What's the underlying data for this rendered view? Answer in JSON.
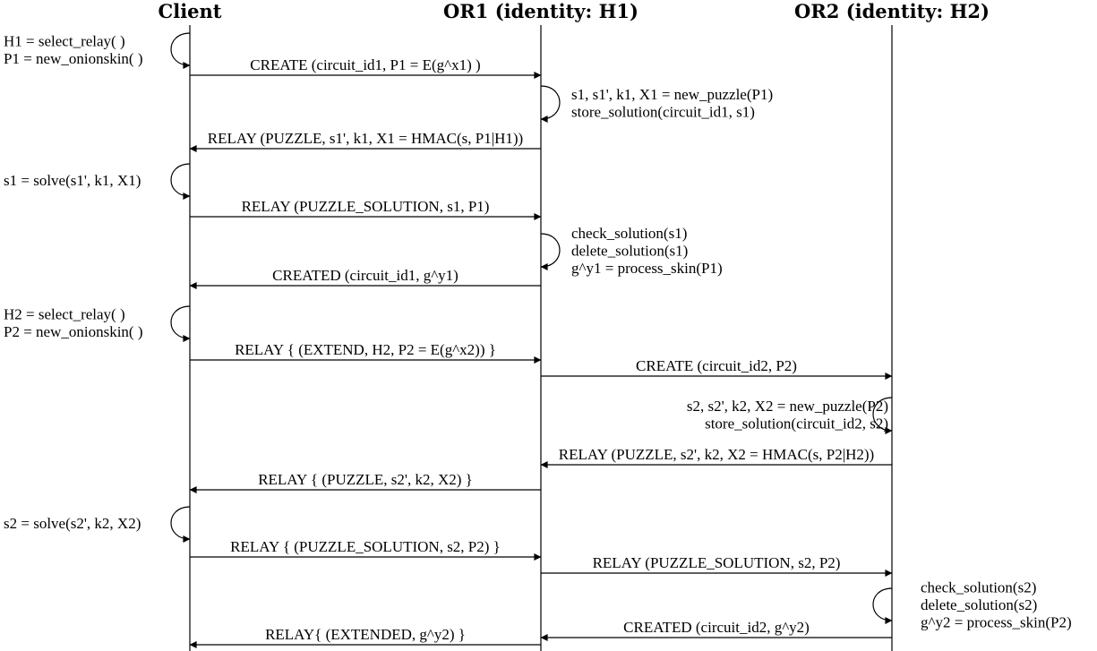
{
  "participants": [
    {
      "id": "client",
      "label": "Client"
    },
    {
      "id": "or1",
      "label": "OR1 (identity: H1)"
    },
    {
      "id": "or2",
      "label": "OR2 (identity: H2)"
    }
  ],
  "steps": [
    {
      "kind": "self",
      "at": "client",
      "lines": [
        "H1 = select_relay( )",
        "P1 = new_onionskin( )"
      ]
    },
    {
      "kind": "msg",
      "from": "client",
      "to": "or1",
      "label": "CREATE (circuit_id1, P1 = E(g^x1) )"
    },
    {
      "kind": "self",
      "at": "or1",
      "lines": [
        "s1, s1', k1, X1 = new_puzzle(P1)",
        "store_solution(circuit_id1, s1)"
      ]
    },
    {
      "kind": "msg",
      "from": "or1",
      "to": "client",
      "label": "RELAY (PUZZLE, s1', k1, X1 = HMAC(s, P1|H1))"
    },
    {
      "kind": "self",
      "at": "client",
      "lines": [
        "s1 = solve(s1', k1, X1)"
      ]
    },
    {
      "kind": "msg",
      "from": "client",
      "to": "or1",
      "label": "RELAY (PUZZLE_SOLUTION, s1, P1)"
    },
    {
      "kind": "self",
      "at": "or1",
      "lines": [
        "check_solution(s1)",
        "delete_solution(s1)",
        "g^y1 = process_skin(P1)"
      ]
    },
    {
      "kind": "msg",
      "from": "or1",
      "to": "client",
      "label": "CREATED (circuit_id1, g^y1)"
    },
    {
      "kind": "self",
      "at": "client",
      "lines": [
        "H2 = select_relay( )",
        "P2 = new_onionskin( )"
      ]
    },
    {
      "kind": "msg",
      "from": "client",
      "to": "or1",
      "label": "RELAY { (EXTEND, H2, P2 = E(g^x2)) }"
    },
    {
      "kind": "msg",
      "from": "or1",
      "to": "or2",
      "label": "CREATE (circuit_id2, P2)"
    },
    {
      "kind": "self",
      "at": "or2",
      "lines": [
        "s2, s2', k2, X2 = new_puzzle(P2)",
        "store_solution(circuit_id2, s2)"
      ]
    },
    {
      "kind": "msg",
      "from": "or2",
      "to": "or1",
      "label": "RELAY (PUZZLE, s2', k2, X2 = HMAC(s, P2|H2))"
    },
    {
      "kind": "msg",
      "from": "or1",
      "to": "client",
      "label": "RELAY { (PUZZLE, s2', k2, X2) }"
    },
    {
      "kind": "self",
      "at": "client",
      "lines": [
        "s2 = solve(s2', k2, X2)"
      ]
    },
    {
      "kind": "msg",
      "from": "client",
      "to": "or1",
      "label": "RELAY { (PUZZLE_SOLUTION, s2, P2) }"
    },
    {
      "kind": "msg",
      "from": "or1",
      "to": "or2",
      "label": "RELAY (PUZZLE_SOLUTION, s2, P2)"
    },
    {
      "kind": "self",
      "at": "or2",
      "lines": [
        "check_solution(s2)",
        "delete_solution(s2)",
        "g^y2 = process_skin(P2)"
      ]
    },
    {
      "kind": "msg",
      "from": "or2",
      "to": "or1",
      "label": "CREATED (circuit_id2, g^y2)"
    },
    {
      "kind": "msg",
      "from": "or1",
      "to": "client",
      "label": "RELAY{ (EXTENDED, g^y2) }"
    }
  ]
}
